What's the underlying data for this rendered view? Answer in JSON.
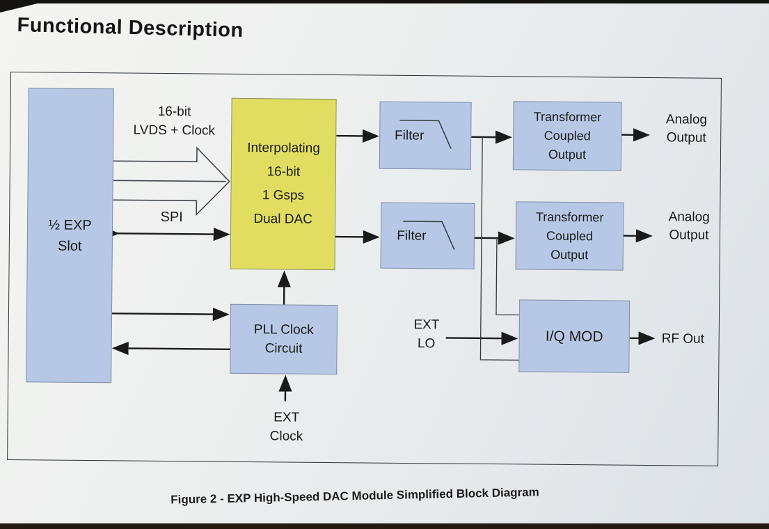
{
  "page": {
    "title": "Functional Description",
    "caption": "Figure 2 - EXP High-Speed DAC Module Simplified Block Diagram"
  },
  "diagram": {
    "blocks": {
      "exp_slot": {
        "lines": [
          "½ EXP",
          "Slot"
        ]
      },
      "dac": {
        "lines": [
          "Interpolating",
          "16-bit",
          "1 Gsps",
          "Dual DAC"
        ]
      },
      "filter1": {
        "label": "Filter"
      },
      "filter2": {
        "label": "Filter"
      },
      "transformer1": {
        "lines": [
          "Transformer",
          "Coupled",
          "Output"
        ]
      },
      "transformer2": {
        "lines": [
          "Transformer",
          "Coupled",
          "Output"
        ]
      },
      "iq_mod": {
        "label": "I/Q MOD"
      },
      "pll": {
        "lines": [
          "PLL Clock",
          "Circuit"
        ]
      }
    },
    "labels": {
      "bus": {
        "lines": [
          "16-bit",
          "LVDS + Clock"
        ]
      },
      "spi": "SPI",
      "ext_clock": {
        "lines": [
          "EXT",
          "Clock"
        ]
      },
      "ext_lo": {
        "lines": [
          "EXT",
          "LO"
        ]
      },
      "analog_out1": {
        "lines": [
          "Analog",
          "Output"
        ]
      },
      "analog_out2": {
        "lines": [
          "Analog",
          "Output"
        ]
      },
      "rf_out": "RF Out"
    },
    "colors": {
      "block_blue": "#b6c8e5",
      "block_yellow": "#e1dd61",
      "line": "#1a1a1a",
      "page": "#e9ecee"
    }
  }
}
